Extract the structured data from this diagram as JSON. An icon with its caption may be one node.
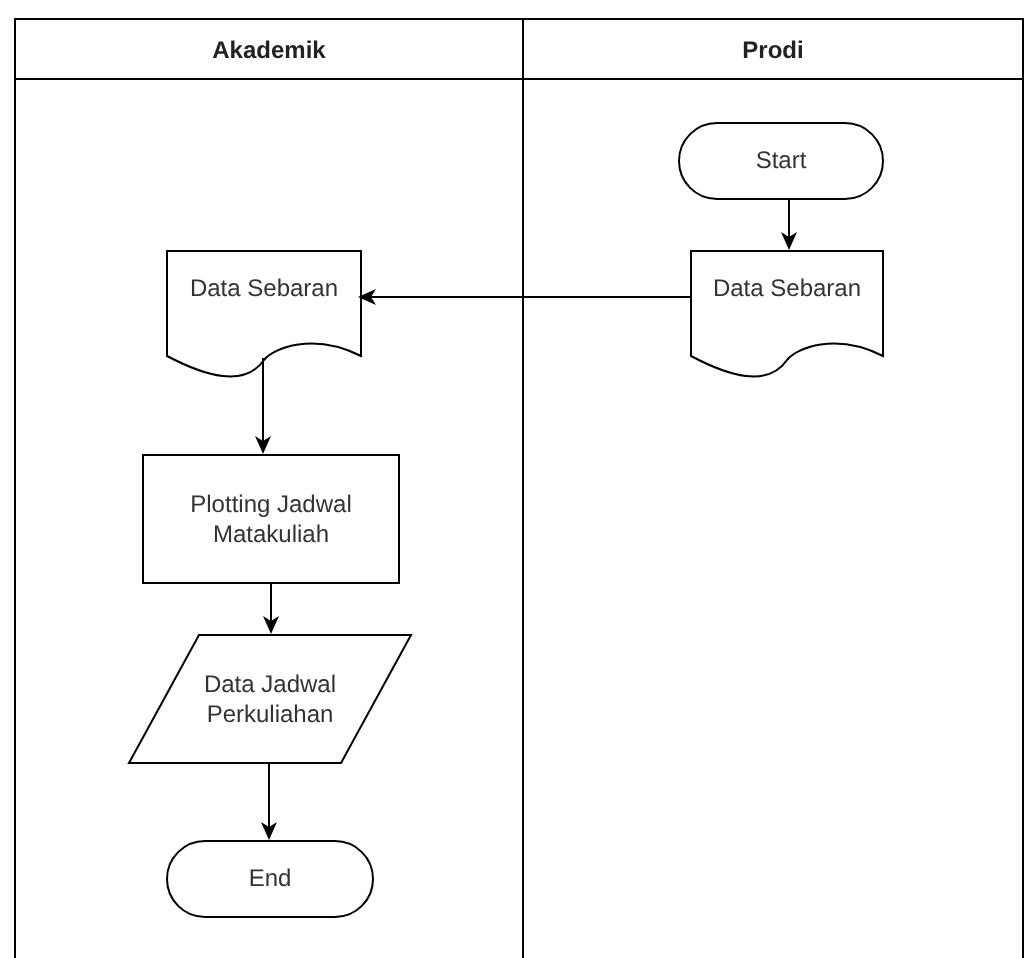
{
  "diagram": {
    "nodes": [
      {
        "text": [
          "Akademik"
        ]
      },
      {
        "text": [
          "Prodi"
        ]
      },
      {
        "text": [
          "Start"
        ],
        "in": 1
      },
      {
        "text": [
          "Data Sebaran"
        ],
        "in": 1
      },
      {
        "text": [
          "Data Sebaran"
        ],
        "in": 0
      },
      {
        "text": [
          "Plotting Jadwal Matakuliah"
        ],
        "in": 0
      },
      {
        "text": [
          "Data Jadwal Perkuliahan"
        ],
        "in": 0
      },
      {
        "text": [
          "End"
        ],
        "in": 0
      }
    ],
    "edges": [
      {
        "from": 2,
        "to": 3,
        "arrow": "to"
      },
      {
        "from": 3,
        "to": 4,
        "arrow": "to"
      },
      {
        "from": 4,
        "to": 5,
        "arrow": "to"
      },
      {
        "from": 5,
        "to": 6,
        "arrow": "to"
      },
      {
        "from": 6,
        "to": 7,
        "arrow": "to"
      }
    ]
  }
}
